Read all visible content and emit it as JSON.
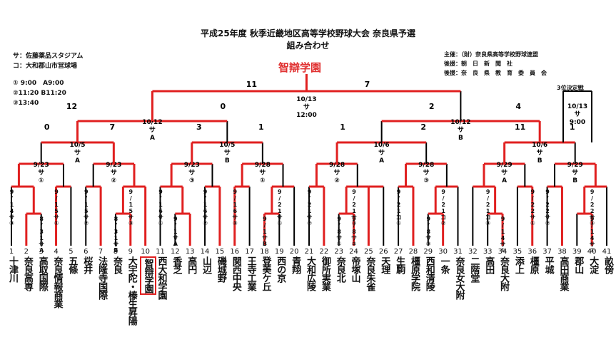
{
  "header": {
    "title": "平成25年度 秋季近畿地区高等学校野球大会 奈良県予選",
    "subtitle": "組み合わせ"
  },
  "legend": {
    "venue_sa": "サ：佐藤薬品スタジアム",
    "venue_ko": "コ：大和郡山市営球場",
    "time_1": "① 9:00　A9:00",
    "time_2": "②11:20 B11:20",
    "time_3": "③13:40"
  },
  "organizers": {
    "host": "主催：（財）奈良県高等学校野球連盟",
    "support_1": "後援：朝　日　新　聞　社",
    "support_2": "後援：奈　良　県　教　育　委　員　会"
  },
  "champion": "智辯学園",
  "third_place_label": "3位決定戦",
  "teams": [
    {
      "no": "1",
      "name": "十津川"
    },
    {
      "no": "2",
      "name": "奈良高専"
    },
    {
      "no": "3",
      "name": "高取国際"
    },
    {
      "no": "4",
      "name": "奈良情報商業"
    },
    {
      "no": "5",
      "name": "五條"
    },
    {
      "no": "6",
      "name": "桜井"
    },
    {
      "no": "7",
      "name": "法隆寺国際"
    },
    {
      "no": "8",
      "name": "奈良"
    },
    {
      "no": "9",
      "name": "大宇陀・榛生昇陽"
    },
    {
      "no": "10",
      "name": "智辯学園"
    },
    {
      "no": "11",
      "name": "西大和学園"
    },
    {
      "no": "12",
      "name": "香芝"
    },
    {
      "no": "13",
      "name": "高円"
    },
    {
      "no": "14",
      "name": "山辺"
    },
    {
      "no": "15",
      "name": "磯城野"
    },
    {
      "no": "16",
      "name": "関西中央"
    },
    {
      "no": "17",
      "name": "王寺工業"
    },
    {
      "no": "18",
      "name": "登美ケ丘"
    },
    {
      "no": "19",
      "name": "西の京"
    },
    {
      "no": "20",
      "name": "青翔"
    },
    {
      "no": "21",
      "name": "大和広陵"
    },
    {
      "no": "22",
      "name": "御所実業"
    },
    {
      "no": "23",
      "name": "奈良北"
    },
    {
      "no": "24",
      "name": "帝塚山"
    },
    {
      "no": "25",
      "name": "奈良朱雀"
    },
    {
      "no": "26",
      "name": "天理"
    },
    {
      "no": "27",
      "name": "生駒"
    },
    {
      "no": "28",
      "name": "橿原学院"
    },
    {
      "no": "29",
      "name": "西和清陵"
    },
    {
      "no": "30",
      "name": "一条"
    },
    {
      "no": "31",
      "name": "奈良女大附"
    },
    {
      "no": "32",
      "name": "二階堂"
    },
    {
      "no": "33",
      "name": "高田"
    },
    {
      "no": "34",
      "name": "奈良大附"
    },
    {
      "no": "35",
      "name": "添上"
    },
    {
      "no": "36",
      "name": "橿原"
    },
    {
      "no": "37",
      "name": "平城"
    },
    {
      "no": "38",
      "name": "高田商業"
    },
    {
      "no": "39",
      "name": "郡山"
    },
    {
      "no": "40",
      "name": "大淀"
    },
    {
      "no": "41",
      "name": "畝傍"
    }
  ],
  "scores": {
    "final": [
      "11",
      "7"
    ],
    "semi_left": [
      "12",
      "0"
    ],
    "semi_right": [
      "2",
      "4"
    ],
    "qf": [
      "0",
      "7",
      "3",
      "1",
      "1",
      "2",
      "11",
      "1"
    ]
  },
  "game_labels": {
    "final": "10/13\nサ\n12:00",
    "semi_left": "10/12\nサ\nA",
    "semi_right": "10/12\nサ\nB",
    "third_place": "10/13\nサ\n9:00",
    "qf_1": "10/5\nサ\nA",
    "qf_2": "10/5\nサ\nB",
    "qf_3": "10/6\nサ\nA",
    "qf_4": "10/6\nサ\nB",
    "r3_1": "9/23\nサ\n①",
    "r3_2": "9/23\nサ\n②",
    "r3_3": "9/23\nサ\n③",
    "r3_4": "9/28\nサ\n①",
    "r3_5": "9/28\nサ\n②",
    "r3_6": "9/28\nサ\n③",
    "r3_7": "9/29\nサ\nA",
    "r3_8": "9/29\nサ\nB"
  },
  "early_boxes": [
    "9/14サ③",
    "8/31サA",
    "9/15サ①",
    "9/15サ②",
    "9/15サ③",
    "8/31サB",
    "9/16サ①",
    "9/1サA",
    "9/16サ②",
    "9/16サ③",
    "9/21サ①",
    "9/1サB",
    "9/21サ②",
    "9/8サ①",
    "9/21サ③",
    "9/8サ②",
    "9/21コ①",
    "9/21コ②",
    "9/8サ③",
    "9/21コ③",
    "9/14サ①",
    "9/22サ①",
    "9/22サ②",
    "9/14サ②",
    "9/22サ③"
  ],
  "colors": {
    "win": "#e02020",
    "line": "#000000"
  }
}
